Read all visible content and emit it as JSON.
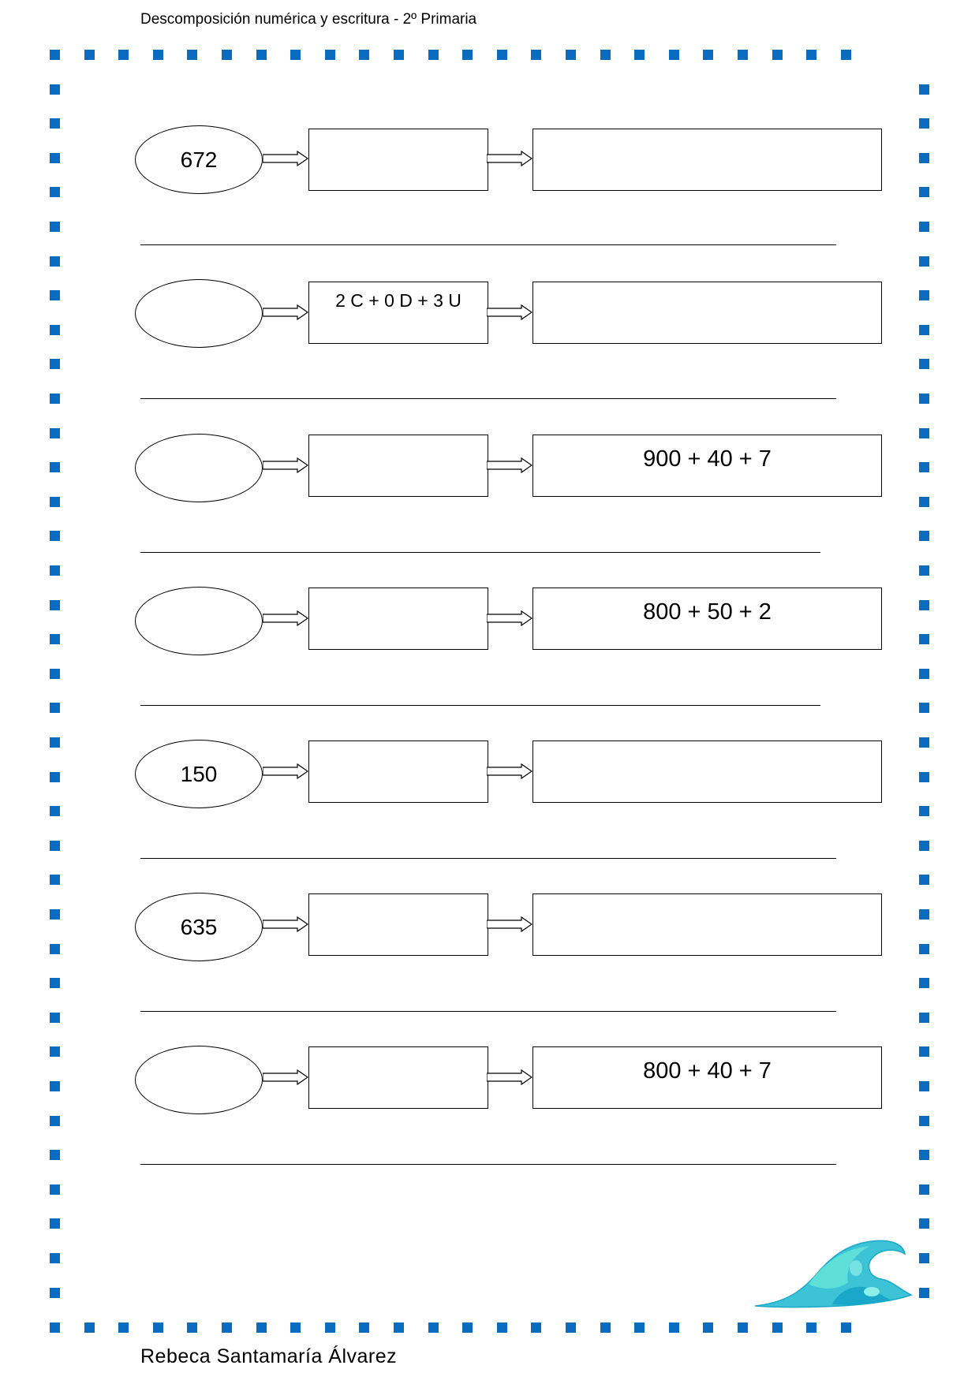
{
  "header": {
    "title": "Descomposición numérica y escritura - 2º Primaria"
  },
  "footer": {
    "author": "Rebeca Santamaría Álvarez"
  },
  "colors": {
    "border_dots": "#0a6cbf",
    "wave_light": "#5ee0d8",
    "wave_dark": "#1aa7c9"
  },
  "exercises": [
    {
      "number": "672",
      "units": "",
      "sum": ""
    },
    {
      "number": "",
      "units": "2 C + 0 D + 3 U",
      "sum": ""
    },
    {
      "number": "",
      "units": "",
      "sum": "900 + 40 + 7"
    },
    {
      "number": "",
      "units": "",
      "sum": "800 + 50 + 2"
    },
    {
      "number": "150",
      "units": "",
      "sum": ""
    },
    {
      "number": "635",
      "units": "",
      "sum": ""
    },
    {
      "number": "",
      "units": "",
      "sum": "800 + 40 + 7"
    }
  ],
  "decoration": {
    "icon": "wave-icon"
  }
}
